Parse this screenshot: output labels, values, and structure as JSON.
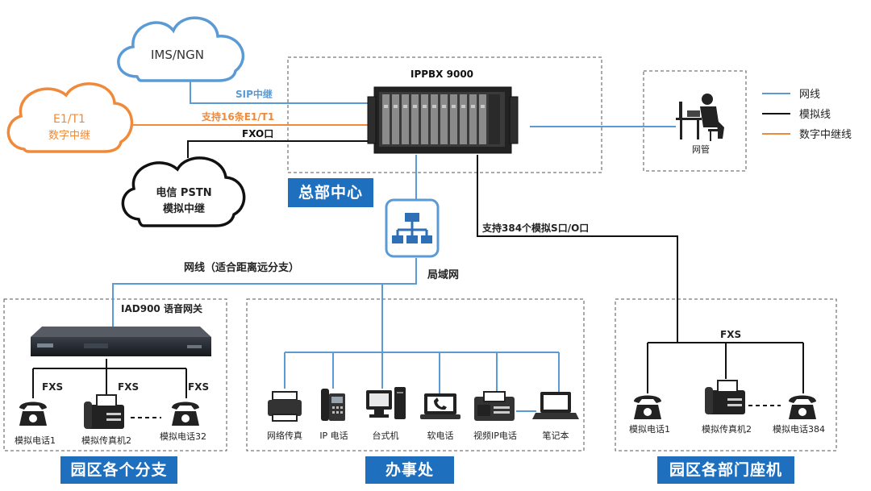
{
  "clouds": {
    "ims": "IMS/NGN",
    "e1t1": "E1/T1",
    "e1t1_sub": "数字中继",
    "pstn": "电信 PSTN",
    "pstn_sub": "模拟中继"
  },
  "hq": {
    "device_title": "IPPBX 9000",
    "sip_label": "SIP中继",
    "digital_label": "支持16条E1/T1",
    "fxo_label": "FXO口",
    "section": "总部中心"
  },
  "admin": {
    "label": "网管"
  },
  "legend": {
    "items": [
      {
        "label": "网线",
        "color": "#5b9bd5"
      },
      {
        "label": "模拟线",
        "color": "#111111"
      },
      {
        "label": "数字中继线",
        "color": "#f08a3a"
      }
    ]
  },
  "lan": {
    "label": "局域网",
    "network_cable": "网线（适合距离远分支）"
  },
  "analog_port": {
    "label": "支持384个模拟S口/O口"
  },
  "branch": {
    "gateway_label": "IAD900 语音网关",
    "fxs1": "FXS",
    "fxs2": "FXS",
    "fxs3": "FXS",
    "phone1": "模拟电话1",
    "fax2": "模拟传真机2",
    "phone32": "模拟电话32",
    "section": "园区各个分支"
  },
  "office": {
    "items": [
      "网络传真",
      "IP 电话",
      "台式机",
      "软电话",
      "视频IP电话",
      "笔记本"
    ],
    "section": "办事处"
  },
  "dept": {
    "fxs": "FXS",
    "phone1": "模拟电话1",
    "fax2": "模拟传真机2",
    "phone384": "模拟电话384",
    "section": "园区各部门座机"
  }
}
